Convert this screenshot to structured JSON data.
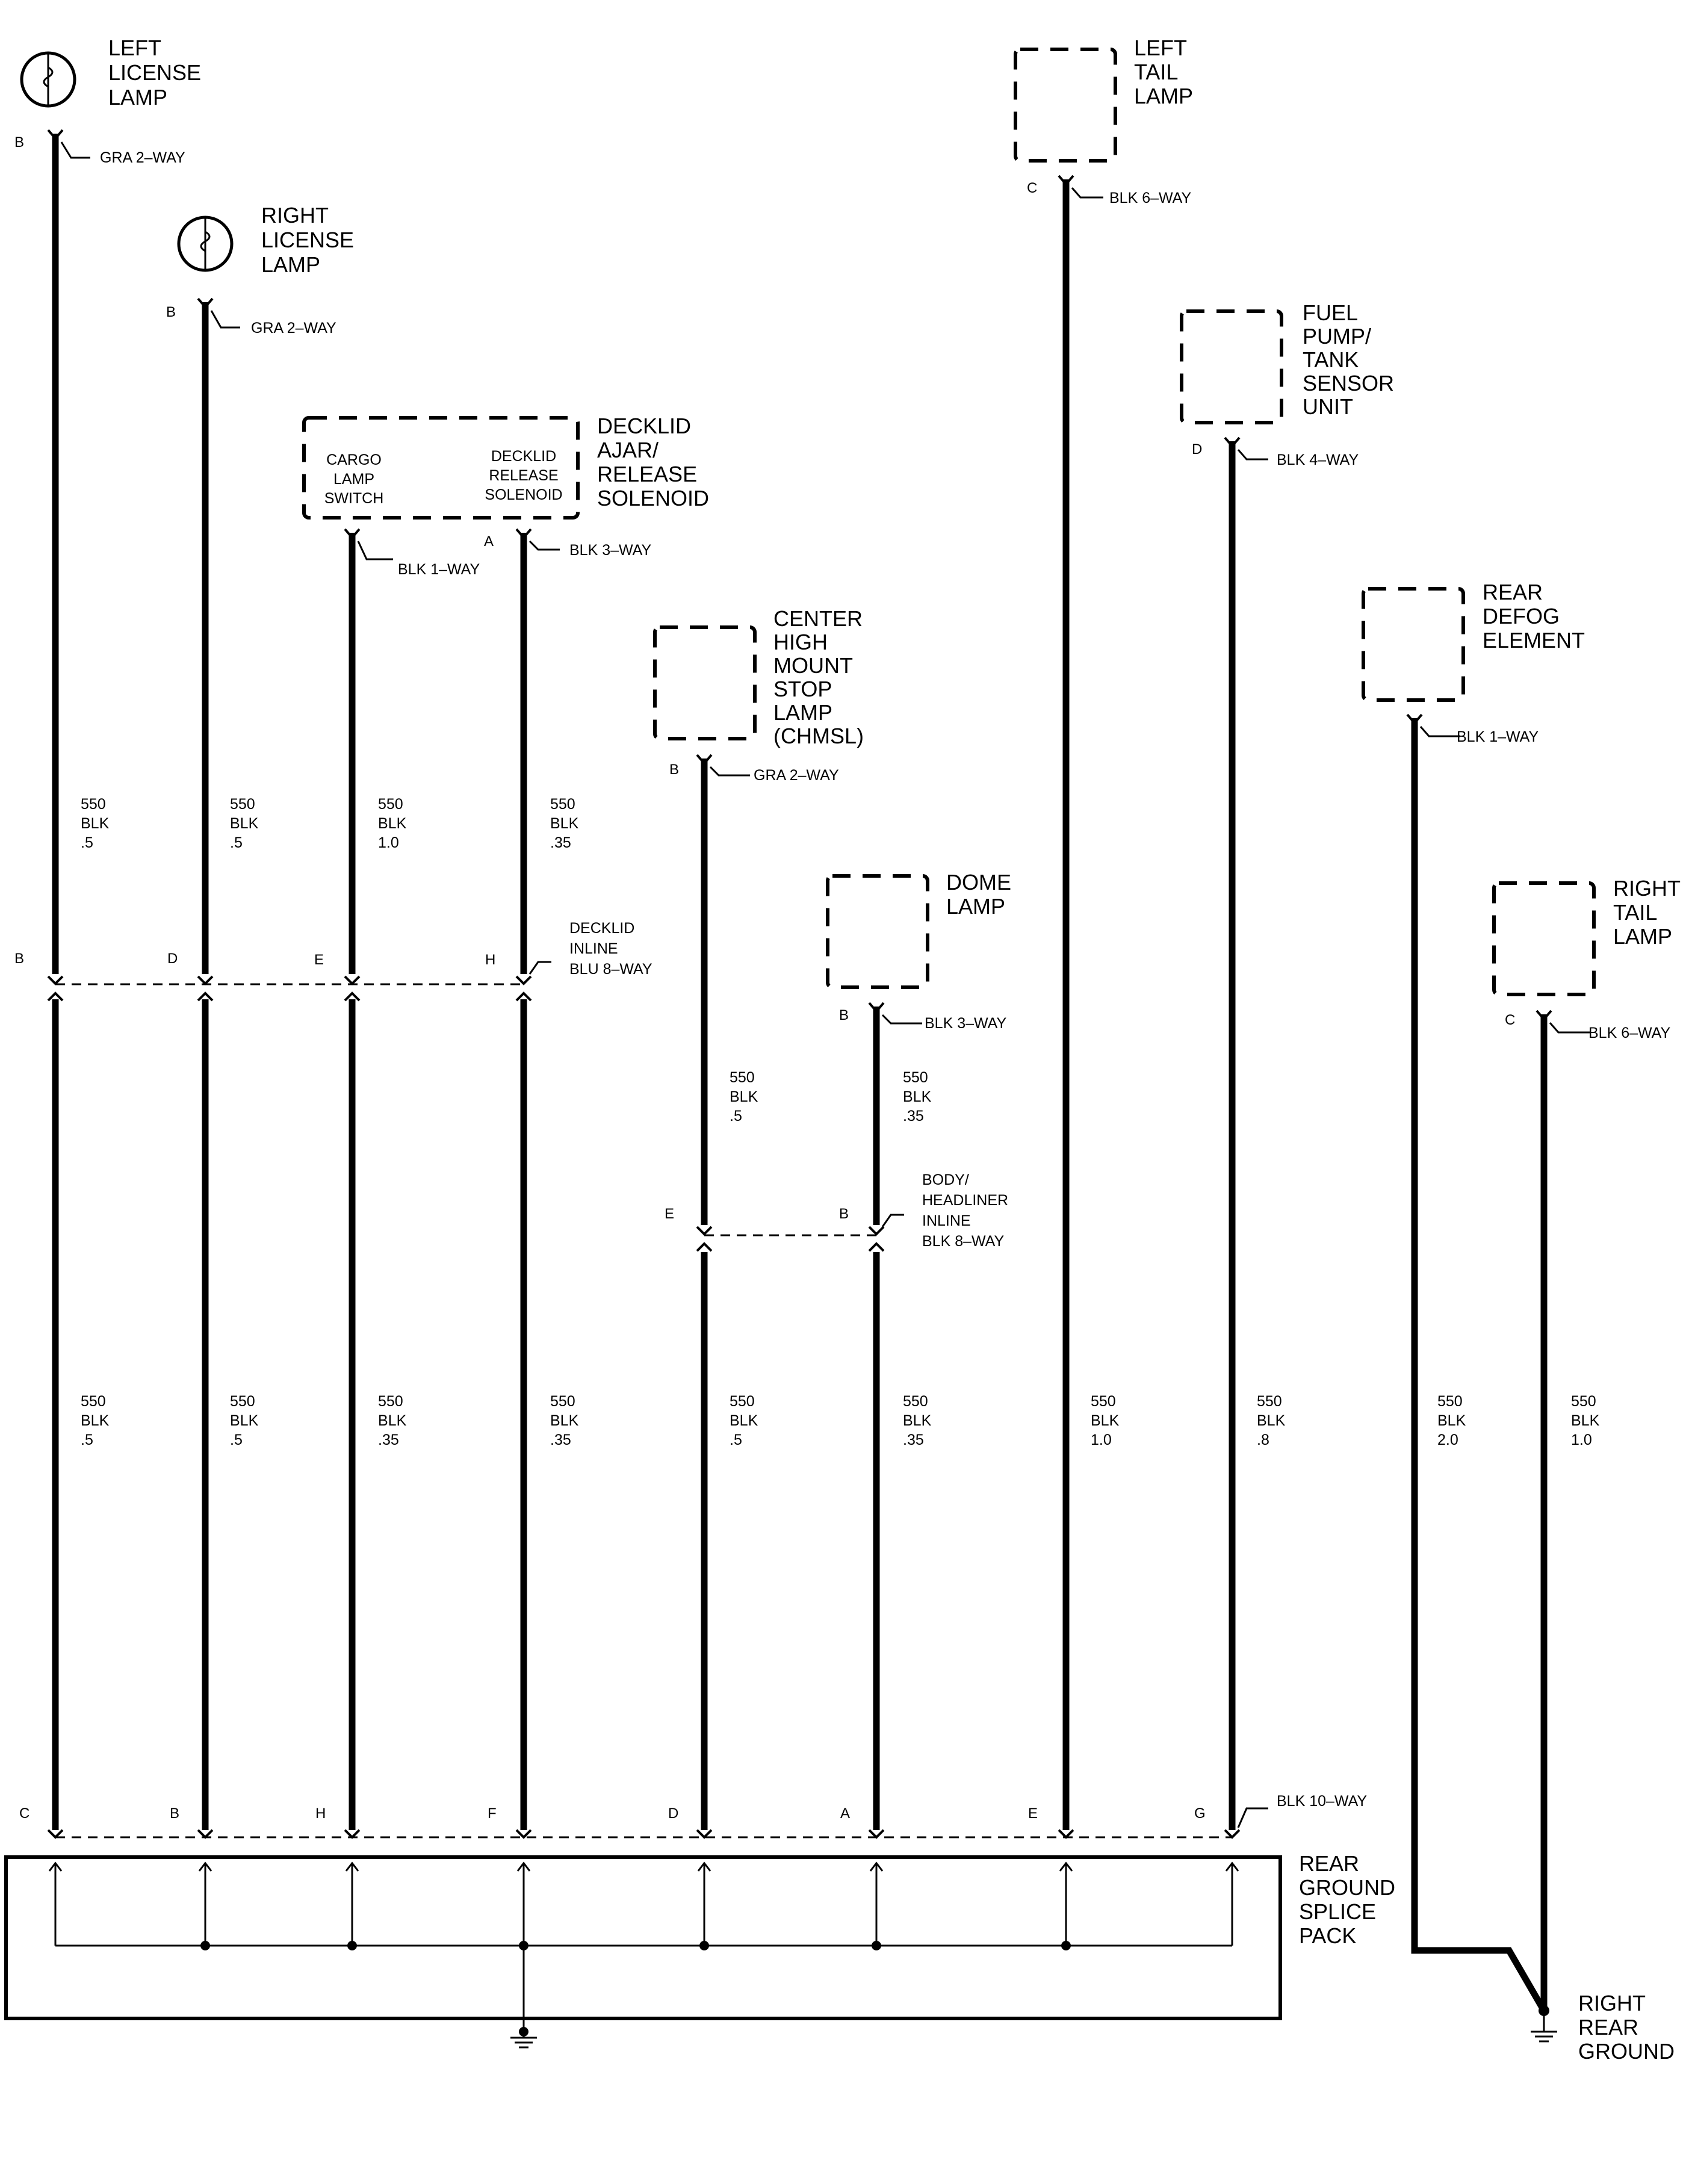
{
  "components": {
    "left_license_lamp": {
      "lines": [
        "LEFT",
        "LICENSE",
        "LAMP"
      ]
    },
    "right_license_lamp": {
      "lines": [
        "RIGHT",
        "LICENSE",
        "LAMP"
      ]
    },
    "decklid_ajar": {
      "lines": [
        "DECKLID",
        "AJAR/",
        "RELEASE",
        "SOLENOID"
      ],
      "sub_left": [
        "CARGO",
        "LAMP",
        "SWITCH"
      ],
      "sub_right": [
        "DECKLID",
        "RELEASE",
        "SOLENOID"
      ]
    },
    "chmsl": {
      "lines": [
        "CENTER",
        "HIGH",
        "MOUNT",
        "STOP",
        "LAMP",
        "(CHMSL)"
      ]
    },
    "dome_lamp": {
      "lines": [
        "DOME",
        "LAMP"
      ]
    },
    "left_tail_lamp": {
      "lines": [
        "LEFT",
        "TAIL",
        "LAMP"
      ]
    },
    "fuel_pump": {
      "lines": [
        "FUEL",
        "PUMP/",
        "TANK",
        "SENSOR",
        "UNIT"
      ]
    },
    "rear_defog": {
      "lines": [
        "REAR",
        "DEFOG",
        "ELEMENT"
      ]
    },
    "right_tail_lamp": {
      "lines": [
        "RIGHT",
        "TAIL",
        "LAMP"
      ]
    },
    "splice_pack": {
      "lines": [
        "REAR",
        "GROUND",
        "SPLICE",
        "PACK"
      ]
    },
    "right_rear_ground": {
      "lines": [
        "RIGHT",
        "REAR",
        "GROUND"
      ]
    }
  },
  "connectors": {
    "left_license": "GRA 2–WAY",
    "right_license": "GRA 2–WAY",
    "cargo_switch": "BLK 1–WAY",
    "decklid_sol": "BLK 3–WAY",
    "chmsl": "GRA 2–WAY",
    "dome": "BLK 3–WAY",
    "left_tail": "BLK 6–WAY",
    "fuel_pump": "BLK 4–WAY",
    "rear_defog": "BLK 1–WAY",
    "right_tail": "BLK 6–WAY",
    "splice_10way": "BLK 10–WAY",
    "decklid_inline": [
      "DECKLID",
      "INLINE",
      "BLU 8–WAY"
    ],
    "body_inline": [
      "BODY/",
      "HEADLINER",
      "INLINE",
      "BLK 8–WAY"
    ]
  },
  "pins": {
    "left_license": "B",
    "right_license": "B",
    "decklid_sol": "A",
    "chmsl": "B",
    "dome": "B",
    "left_tail": "C",
    "fuel_pump": "D",
    "right_tail": "C",
    "decklid_inline": [
      "B",
      "D",
      "E",
      "H"
    ],
    "body_inline": [
      "E",
      "B"
    ],
    "splice": [
      "C",
      "B",
      "H",
      "F",
      "D",
      "A",
      "E",
      "G"
    ]
  },
  "wires": {
    "upper": [
      [
        "550",
        "BLK",
        ".5"
      ],
      [
        "550",
        "BLK",
        ".5"
      ],
      [
        "550",
        "BLK",
        "1.0"
      ],
      [
        "550",
        "BLK",
        ".35"
      ]
    ],
    "mid": [
      [
        "550",
        "BLK",
        ".5"
      ],
      [
        "550",
        "BLK",
        ".35"
      ]
    ],
    "lower": [
      [
        "550",
        "BLK",
        ".5"
      ],
      [
        "550",
        "BLK",
        ".5"
      ],
      [
        "550",
        "BLK",
        ".35"
      ],
      [
        "550",
        "BLK",
        ".35"
      ],
      [
        "550",
        "BLK",
        ".5"
      ],
      [
        "550",
        "BLK",
        ".35"
      ],
      [
        "550",
        "BLK",
        "1.0"
      ],
      [
        "550",
        "BLK",
        ".8"
      ],
      [
        "550",
        "BLK",
        "2.0"
      ],
      [
        "550",
        "BLK",
        "1.0"
      ]
    ]
  }
}
